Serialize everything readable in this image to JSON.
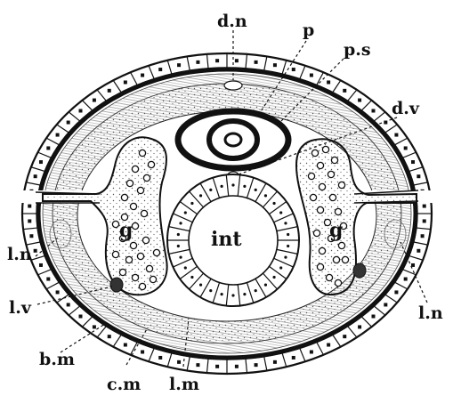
{
  "figure": {
    "labels": {
      "dn": "d.n",
      "p": "p",
      "ps": "p.s",
      "dv": "d.v",
      "g_left": "g",
      "g_right": "g",
      "int": "int",
      "ln_left": "l.n",
      "lv": "l.v",
      "bm": "b.m",
      "cm": "c.m",
      "lm": "l.m",
      "ln_right": "l.n"
    }
  }
}
